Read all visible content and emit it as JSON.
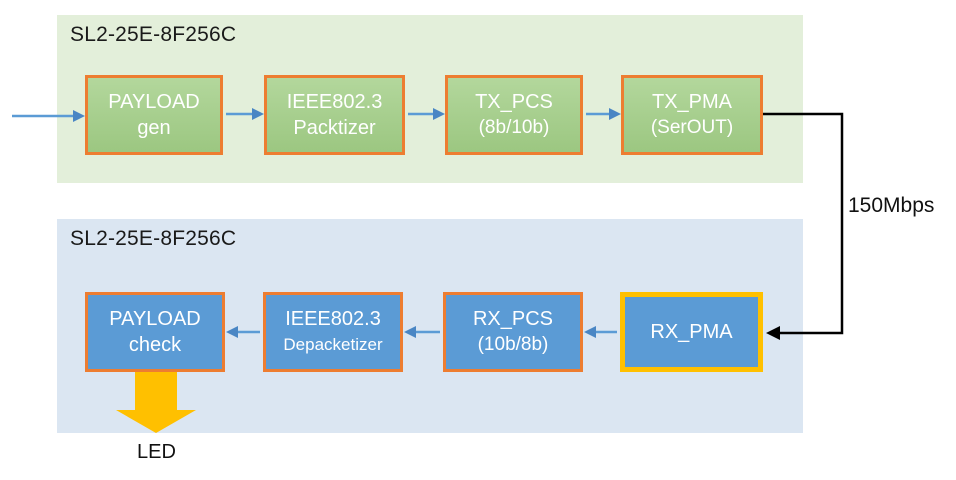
{
  "labels": {
    "serial_link_rate": "150Mbps",
    "led": "LED"
  },
  "tx_chip": {
    "title": "SL2-25E-8F256C",
    "blocks": [
      {
        "name": "payload-gen",
        "line1": "PAYLOAD",
        "line2": "gen"
      },
      {
        "name": "packetizer",
        "line1": "IEEE802.3",
        "line2": "Packtizer"
      },
      {
        "name": "tx-pcs",
        "line1": "TX_PCS",
        "line2": "(8b/10b)"
      },
      {
        "name": "tx-pma",
        "line1": "TX_PMA",
        "line2": "(SerOUT)"
      }
    ]
  },
  "rx_chip": {
    "title": "SL2-25E-8F256C",
    "blocks": [
      {
        "name": "payload-check",
        "line1": "PAYLOAD",
        "line2": "check"
      },
      {
        "name": "depacketizer",
        "line1": "IEEE802.3",
        "line2": "Depacketizer"
      },
      {
        "name": "rx-pcs",
        "line1": "RX_PCS",
        "line2": "(10b/8b)"
      },
      {
        "name": "rx-pma",
        "line1": "RX_PMA"
      }
    ]
  },
  "colors": {
    "tx_panel_bg": "#e3efda",
    "rx_panel_bg": "#dbe6f2",
    "tx_block_fill": "#a6ce8d",
    "rx_block_fill": "#5b9bd5",
    "block_border": "#ed7d31",
    "rx_pma_highlight_border": "#ffc000",
    "flow_arrow": "#5b9bd5",
    "serial_link_line": "#000000",
    "led_arrow": "#ffc000",
    "title_text": "#1a1a1a",
    "block_text": "#ffffff"
  }
}
